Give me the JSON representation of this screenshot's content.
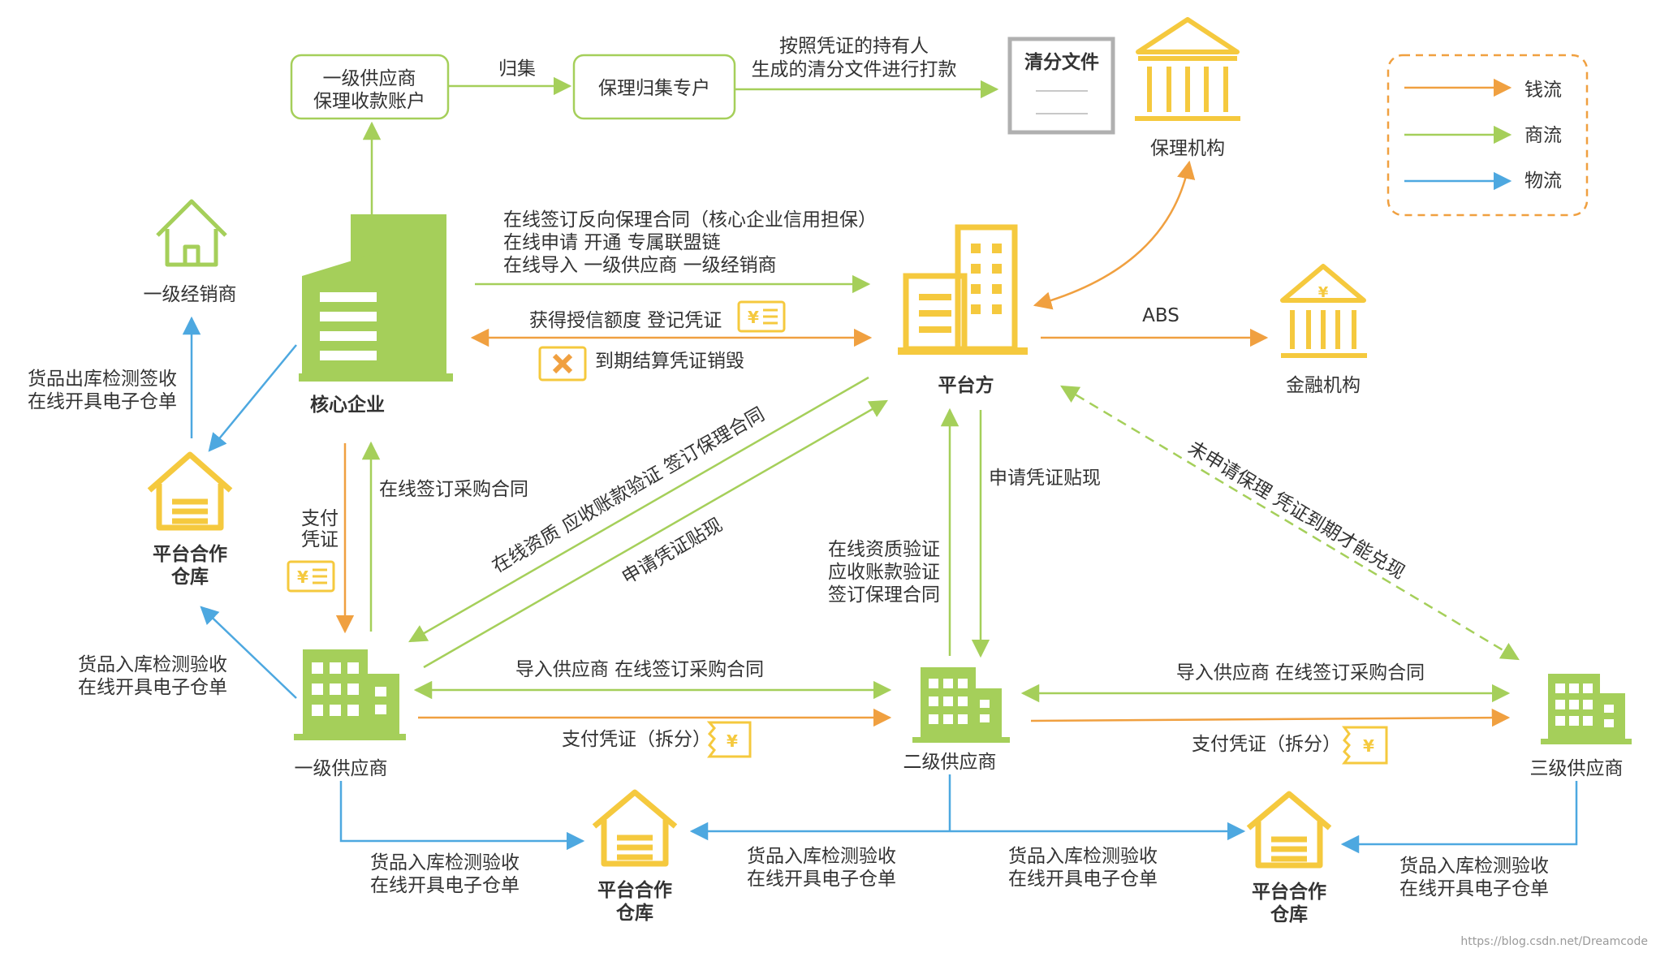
{
  "colors": {
    "money": "#f0a040",
    "commerce": "#a5cf5a",
    "logistics": "#4da8e0",
    "yellow": "#f5c93e",
    "green_icon": "#a5cf5a",
    "text": "#333333"
  },
  "legend": {
    "money": "钱流",
    "commerce": "商流",
    "logistics": "物流"
  },
  "nodes": {
    "tier1_account_line1": "一级供应商",
    "tier1_account_line2": "保理收款账户",
    "factoring_account": "保理归集专户",
    "clearing_file": "清分文件",
    "factoring_institution": "保理机构",
    "core_enterprise": "核心企业",
    "platform": "平台方",
    "financial_institution": "金融机构",
    "tier1_distributor": "一级经销商",
    "warehouse_left_line1": "平台合作",
    "warehouse_left_line2": "仓库",
    "tier1_supplier": "一级供应商",
    "tier2_supplier": "二级供应商",
    "tier3_supplier": "三级供应商",
    "warehouse_mid_line1": "平台合作",
    "warehouse_mid_line2": "仓库",
    "warehouse_right_line1": "平台合作",
    "warehouse_right_line2": "仓库"
  },
  "labels": {
    "collect": "归集",
    "clearing_line1": "按照凭证的持有人",
    "clearing_line2": "生成的清分文件进行打款",
    "core_line1": "在线签订反向保理合同（核心企业信用担保）",
    "core_line2": "在线申请 开通 专属联盟链",
    "core_line3": "在线导入 一级供应商 一级经销商",
    "credit": "获得授信额度 登记凭证",
    "destroy": "到期结算凭证销毁",
    "abs": "ABS",
    "outbound_line1": "货品出库检测签收",
    "outbound_line2": "在线开具电子仓单",
    "pay_line1": "支付",
    "pay_line2": "凭证",
    "sign_purchase": "在线签订采购合同",
    "diag_line1": "在线资质  应收账款验证  签订保理合同",
    "diag_line2": "申请凭证贴现",
    "apply_discount": "申请凭证贴现",
    "verify_line1": "在线资质验证",
    "verify_line2": "应收账款验证",
    "verify_line3": "签订保理合同",
    "unapplied": "未申请保理  凭证到期才能兑现",
    "inbound_left_line1": "货品入库检测验收",
    "inbound_left_line2": "在线开具电子仓单",
    "import_sign_12": "导入供应商  在线签订采购合同",
    "pay_split_12": "支付凭证（拆分）",
    "import_sign_23": "导入供应商  在线签订采购合同",
    "pay_split_23": "支付凭证（拆分）",
    "inbound_b1_line1": "货品入库检测验收",
    "inbound_b1_line2": "在线开具电子仓单",
    "inbound_b2_line1": "货品入库检测验收",
    "inbound_b2_line2": "在线开具电子仓单",
    "inbound_b3_line1": "货品入库检测验收",
    "inbound_b3_line2": "在线开具电子仓单",
    "inbound_b4_line1": "货品入库检测验收",
    "inbound_b4_line2": "在线开具电子仓单"
  },
  "watermark": "https://blog.csdn.net/Dreamcode"
}
